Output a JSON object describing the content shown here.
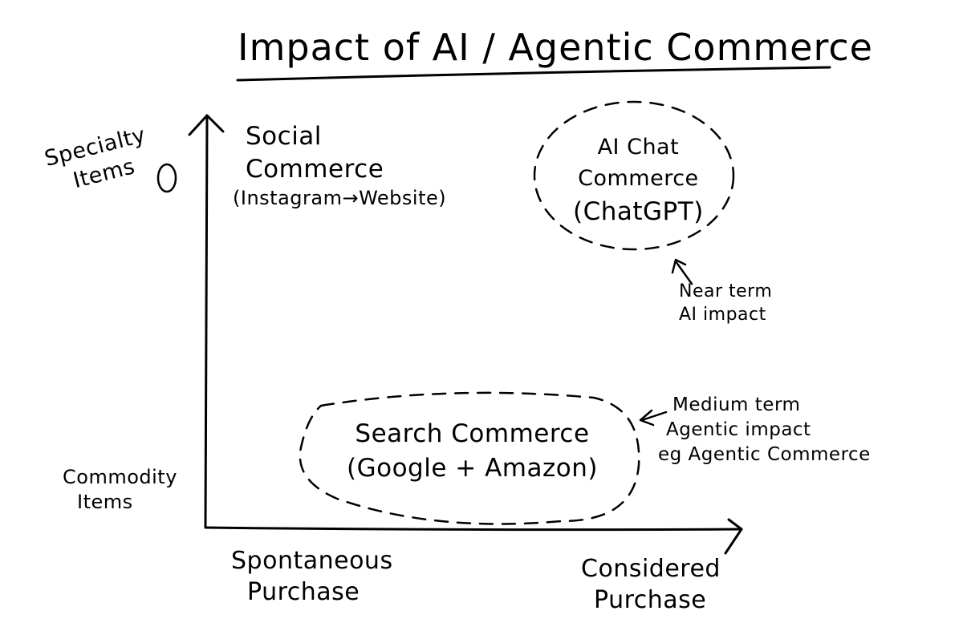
{
  "title": "Impact of AI / Agentic Commerce",
  "y_axis": {
    "top_label": [
      "Specialty",
      "Items"
    ],
    "bottom_label": [
      "Commodity",
      "Items"
    ]
  },
  "x_axis": {
    "left_label": [
      "Spontaneous",
      "Purchase"
    ],
    "right_label": [
      "Considered",
      "Purchase"
    ]
  },
  "quadrants": {
    "social": [
      "Social",
      "Commerce",
      "(Instagram→Website)"
    ],
    "ai_chat": [
      "AI Chat",
      "Commerce",
      "(ChatGPT)"
    ],
    "search": [
      "Search Commerce",
      "(Google + Amazon)"
    ]
  },
  "annotations": {
    "near_term": [
      "Near term",
      "AI impact"
    ],
    "medium_term": [
      "Medium term",
      "Agentic impact",
      "eg Agentic Commerce"
    ]
  },
  "colors": {
    "ink": "#000000",
    "background": "#ffffff"
  }
}
